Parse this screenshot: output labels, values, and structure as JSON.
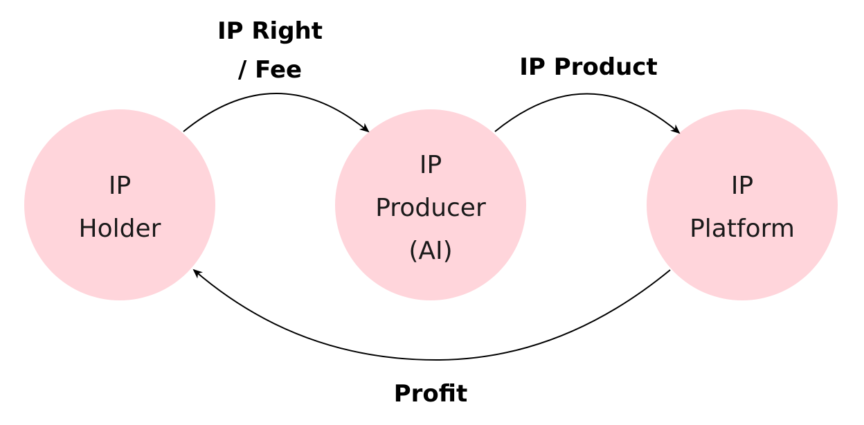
{
  "colors": {
    "node_fill": "#FFD5DB",
    "edge_stroke": "#000000",
    "text": "#1a1a1a"
  },
  "nodes": {
    "holder": {
      "lines": [
        "IP",
        "Holder"
      ]
    },
    "producer": {
      "lines": [
        "IP",
        "Producer",
        "(AI)"
      ]
    },
    "platform": {
      "lines": [
        "IP",
        "Platform"
      ]
    }
  },
  "edges": {
    "right_fee": {
      "lines": [
        "IP Right",
        "/ Fee"
      ]
    },
    "product": {
      "lines": [
        "IP Product"
      ]
    },
    "profit": {
      "lines": [
        "Profit"
      ]
    }
  }
}
